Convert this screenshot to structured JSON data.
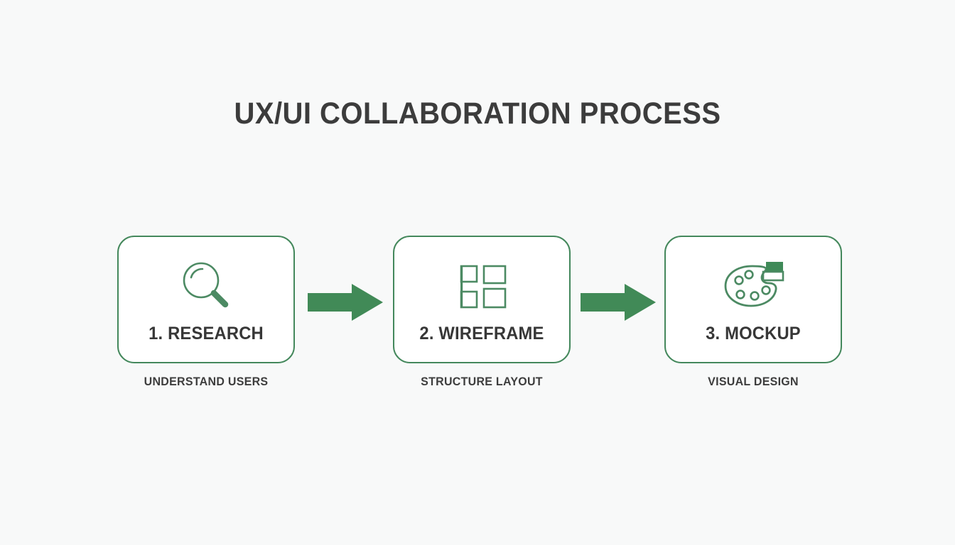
{
  "page": {
    "title": "UX/UI COLLABORATION PROCESS",
    "background_color": "#f8f9f9"
  },
  "theme": {
    "accent_green": "#44885c",
    "arrow_green": "#418a57",
    "text_dark": "#3a3a3a",
    "card_fill": "#ffffff"
  },
  "steps": [
    {
      "label": "1. RESEARCH",
      "caption": "UNDERSTAND USERS",
      "icon": "magnifier-icon"
    },
    {
      "label": "2. WIREFRAME",
      "caption": "STRUCTURE LAYOUT",
      "icon": "wireframe-grid-icon"
    },
    {
      "label": "3. MOCKUP",
      "caption": "VISUAL DESIGN",
      "icon": "palette-icon"
    }
  ],
  "connectors": [
    {
      "name": "arrow-right-icon",
      "from": "1. RESEARCH",
      "to": "2. WIREFRAME"
    },
    {
      "name": "arrow-right-icon",
      "from": "2. WIREFRAME",
      "to": "3. MOCKUP"
    }
  ]
}
